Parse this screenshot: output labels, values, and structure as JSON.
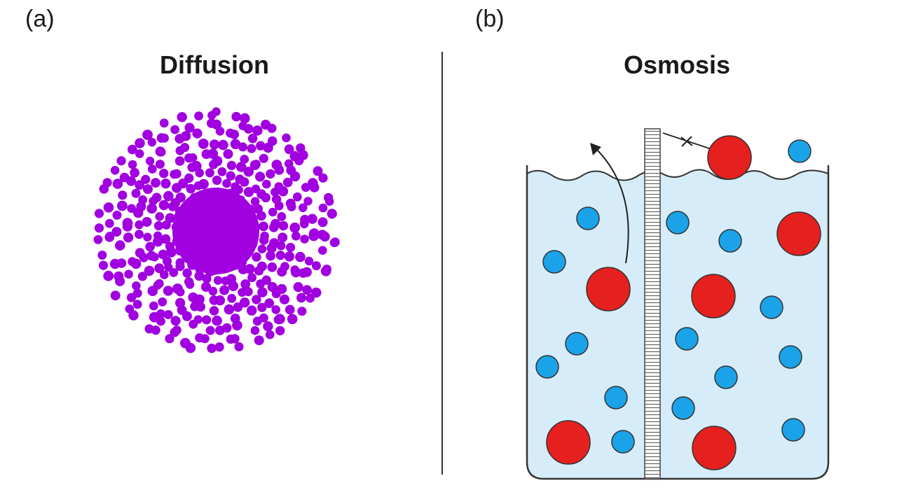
{
  "panels": {
    "a": {
      "tag": "(a)",
      "title": "Diffusion"
    },
    "b": {
      "tag": "(b)",
      "title": "Osmosis"
    }
  },
  "colors": {
    "diffusion_particle": "#a100e0",
    "water": "#d6ecf8",
    "small_particle": "#1aa3e8",
    "large_particle": "#e5201e",
    "outline": "#333333"
  }
}
